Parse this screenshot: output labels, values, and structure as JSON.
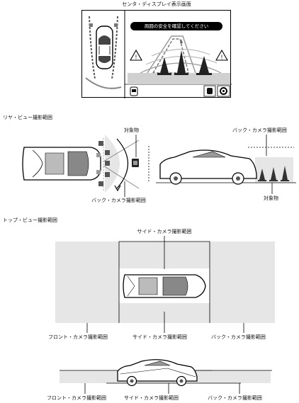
{
  "section_titles": {
    "center_display": "センタ・ディスプレイ表示画面",
    "rear_view": "リヤ・ビュー撮影範囲",
    "top_view": "トップ・ビュー撮影範囲"
  },
  "screen": {
    "warning_message": "周囲の安全を確認してください"
  },
  "rear_view_labels": {
    "object_top": "対象物",
    "back_camera_range_bottom": "バック・カメラ撮影範囲",
    "back_camera_range_right": "バック・カメラ撮影範囲",
    "object_right": "対象物"
  },
  "top_view_labels": {
    "side_camera_range_top": "サイド・カメラ撮影範囲",
    "front_camera_range": "フロント・カメラ撮影範囲",
    "side_camera_range": "サイド・カメラ撮影範囲",
    "back_camera_range": "バック・カメラ撮影範囲"
  },
  "side_view_labels": {
    "front_camera_range": "フロント・カメラ撮影範囲",
    "side_camera_range": "サイド・カメラ撮影範囲",
    "back_camera_range": "バック・カメラ撮影範囲"
  },
  "icons": [
    "warning-triangle-icon",
    "camera-switch-icon",
    "gear-icon",
    "car-status-icon",
    "traffic-cone-icon"
  ],
  "colors": {
    "range_fill": "#e6e6e6",
    "range_dark": "#cfcfcf",
    "line": "#000000"
  }
}
